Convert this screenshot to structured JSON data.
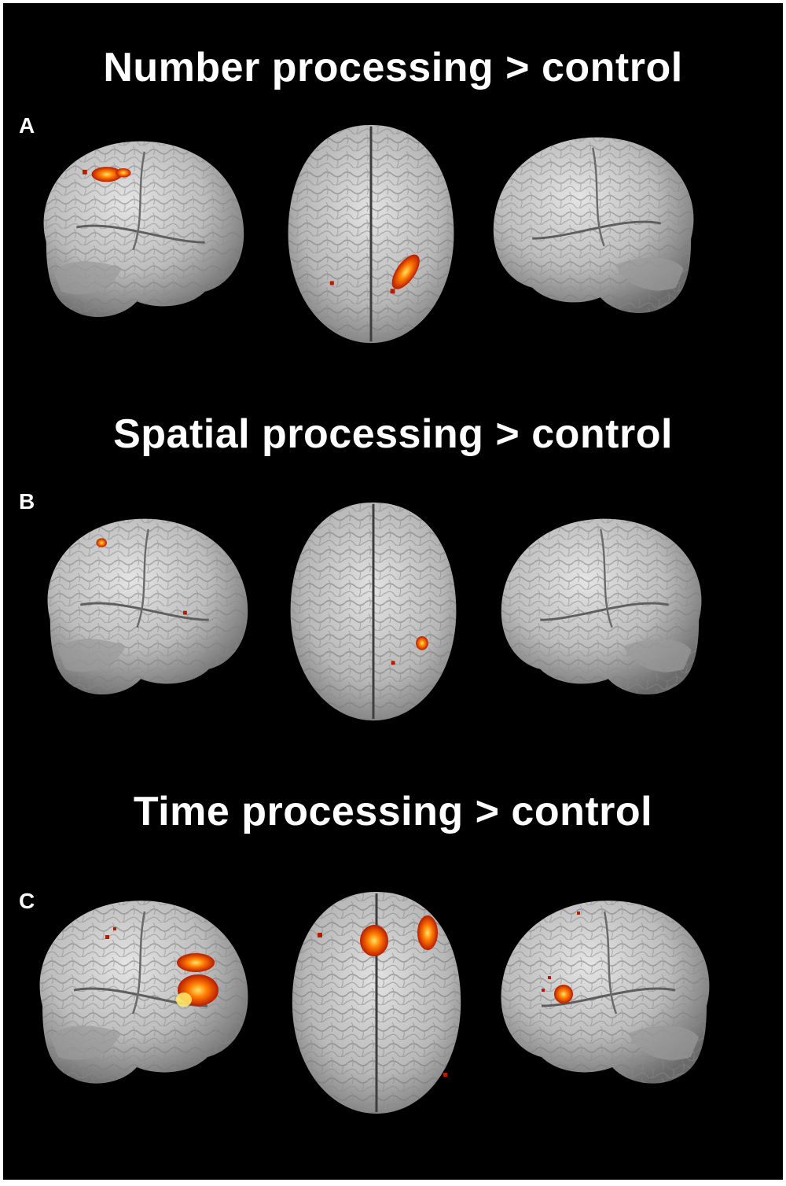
{
  "figure": {
    "colors": {
      "background": "#000000",
      "text": "#ffffff",
      "brain_surface": "#c8c8c8",
      "activation_low": "#b81c00",
      "activation_mid": "#ff7a00",
      "activation_high": "#ffe566"
    },
    "panels": [
      {
        "letter": "A",
        "title": "Number processing > control"
      },
      {
        "letter": "B",
        "title": "Spatial processing > control"
      },
      {
        "letter": "C",
        "title": "Time processing > control"
      }
    ]
  }
}
